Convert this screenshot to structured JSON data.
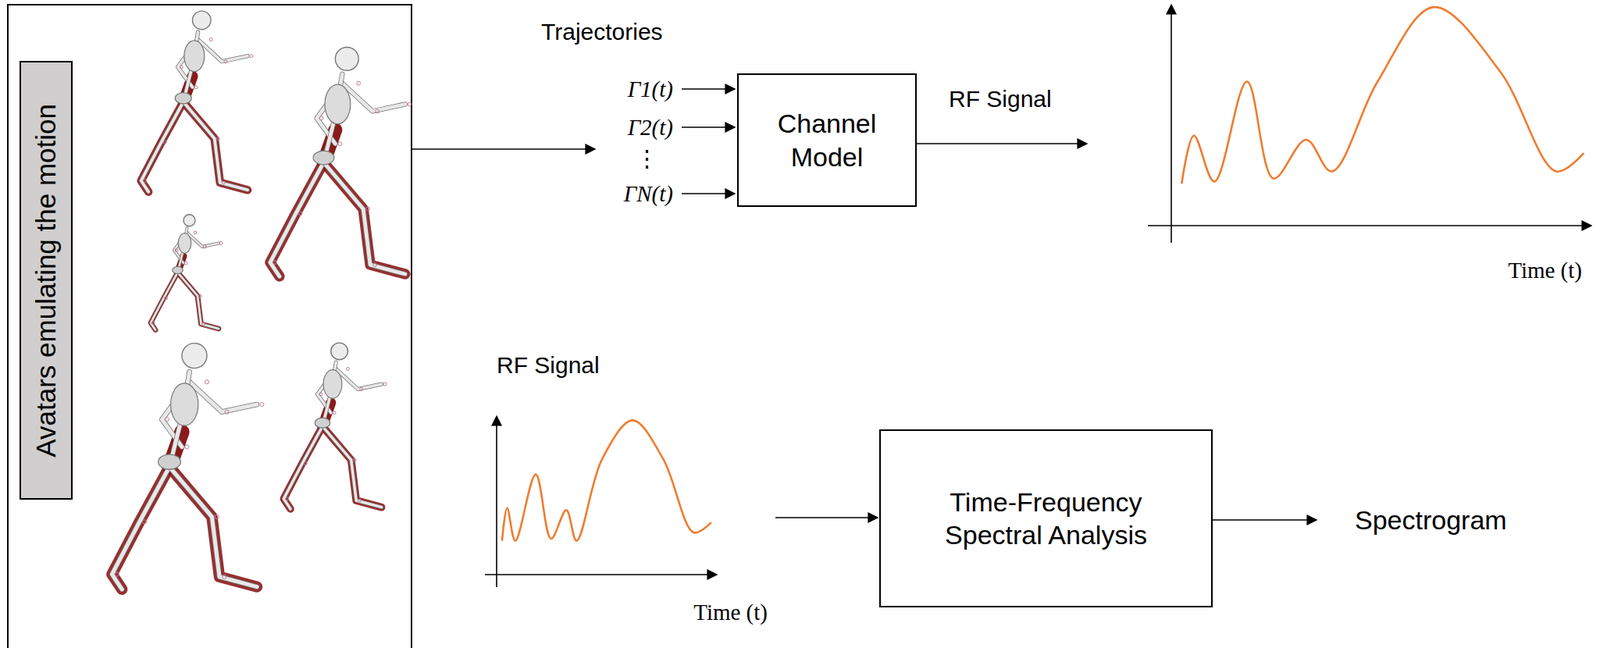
{
  "diagram": {
    "nodes": [
      {
        "text": [
          "Avatars emulating the motion"
        ]
      },
      {
        "text": [
          "Channel Model"
        ]
      },
      {
        "text": [
          "Time-Frequency Spectral Analysis"
        ]
      }
    ],
    "labels": [
      "Trajectories",
      "Γ1(t)",
      "Γ2(t)",
      "⋮",
      "ΓN(t)",
      "RF Signal",
      "Time (t)",
      "RF Signal",
      "Time (t)",
      "Spectrogram"
    ]
  }
}
